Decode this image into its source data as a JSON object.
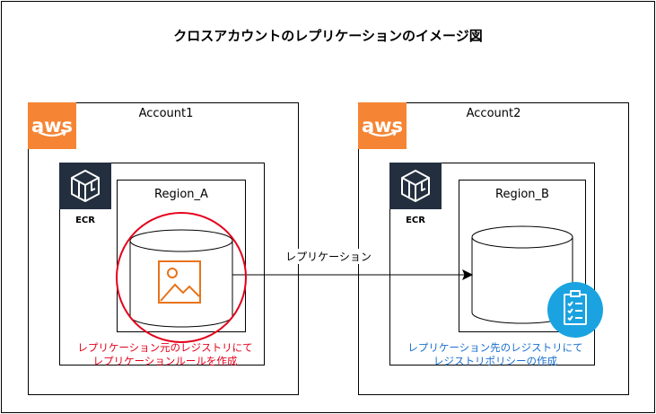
{
  "title": "クロスアカウントのレプリケーションのイメージ図",
  "accounts": [
    {
      "logo_text": "aws",
      "label": "Account1",
      "service_label": "ECR",
      "region_label": "Region_A",
      "note_lines": [
        "レプリケーション元のレジストリにて",
        "レプリケーションルールを作成"
      ]
    },
    {
      "logo_text": "aws",
      "label": "Account2",
      "service_label": "ECR",
      "region_label": "Region_B",
      "note_lines": [
        "レプリケーション先のレジストリにて",
        "レジストリポリシーの作成"
      ]
    }
  ],
  "arrow_label": "レプリケーション",
  "colors": {
    "aws_orange": "#f58534",
    "ecr_tile": "#232f3e",
    "highlight_red": "#e3001b",
    "note_blue": "#1a6fcf",
    "policy_blue": "#1aa3e0",
    "image_icon_orange": "#e8731a"
  },
  "icons": [
    "aws-logo",
    "ecr-icon",
    "container-image-icon",
    "registry-policy-icon",
    "arrow-right-icon"
  ]
}
